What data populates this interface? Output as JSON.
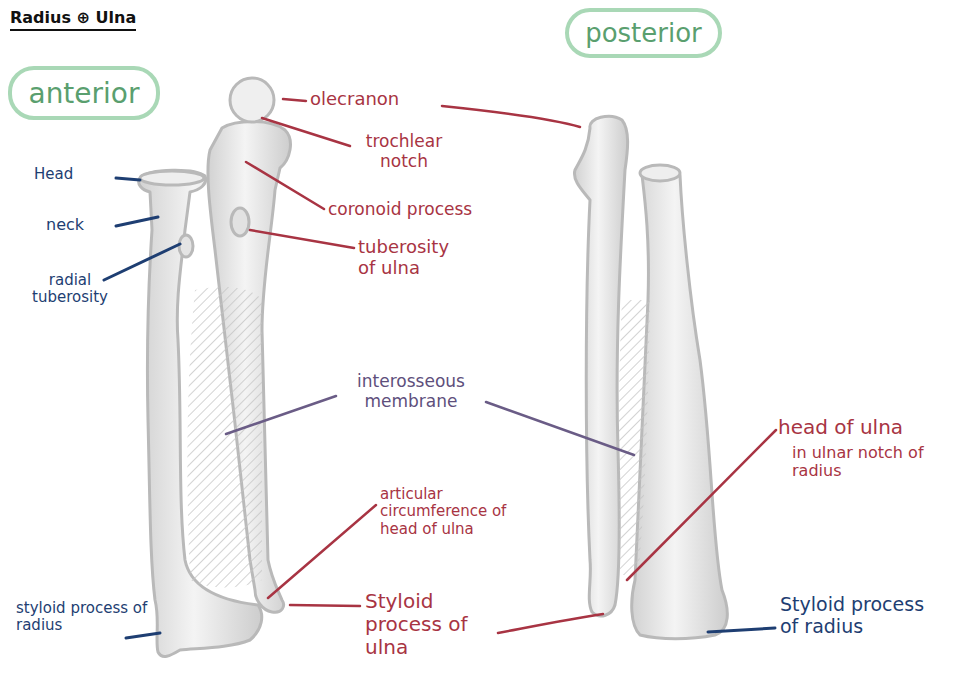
{
  "diagram": {
    "title": "Radius ⊕ Ulna",
    "nodes": [
      {
        "text": [
          "anterior"
        ]
      },
      {
        "text": [
          "posterior"
        ]
      }
    ],
    "labels": [
      "olecranon",
      "trochlear notch",
      "coronoid process",
      "tuberosity of ulna",
      "Head",
      "neck",
      "radial tuberosity",
      "interosseous membrane",
      "articular circumference of head of ulna",
      "Styloid process of ulna",
      "styloid process of radius",
      "head of ulna",
      "in ulnar notch of radius",
      "Styloid process of radius"
    ]
  }
}
